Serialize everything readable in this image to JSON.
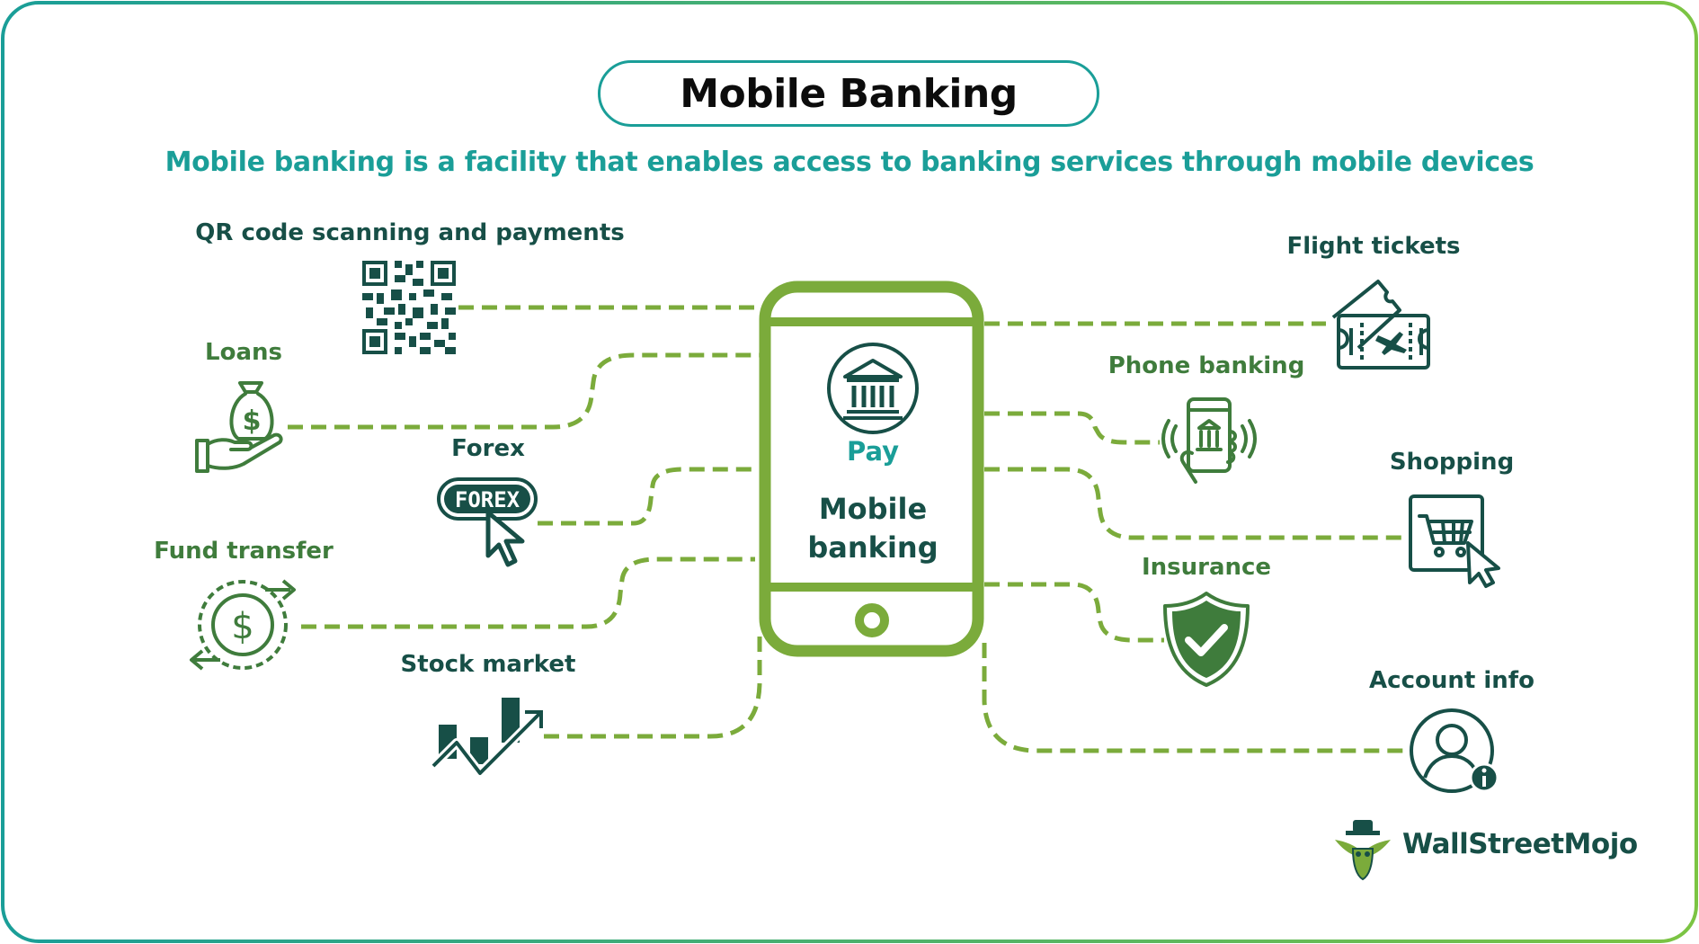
{
  "title": "Mobile Banking",
  "subtitle": "Mobile banking is a facility that enables access to banking services through mobile devices",
  "center": {
    "pay_label": "Pay",
    "label_line1": "Mobile",
    "label_line2": "banking",
    "icon": "bank-icon"
  },
  "features_left": [
    {
      "label": "QR code scanning and payments",
      "icon": "qr-code-icon"
    },
    {
      "label": "Loans",
      "icon": "money-bag-hand-icon"
    },
    {
      "label": "Forex",
      "icon": "forex-button-icon",
      "badge_text": "FOREX"
    },
    {
      "label": "Fund transfer",
      "icon": "dollar-transfer-icon"
    },
    {
      "label": "Stock market",
      "icon": "stock-chart-icon"
    }
  ],
  "features_right": [
    {
      "label": "Flight tickets",
      "icon": "ticket-icon"
    },
    {
      "label": "Phone banking",
      "icon": "phone-bank-icon"
    },
    {
      "label": "Shopping",
      "icon": "shopping-cart-icon"
    },
    {
      "label": "Insurance",
      "icon": "shield-check-icon"
    },
    {
      "label": "Account info",
      "icon": "user-info-icon"
    }
  ],
  "brand": {
    "name": "WallStreetMojo",
    "icon": "wsm-logo-icon"
  },
  "colors": {
    "teal": "#1a9e98",
    "dark_teal": "#174f47",
    "green": "#7bab3b",
    "dark_green": "#3f7c3c"
  }
}
